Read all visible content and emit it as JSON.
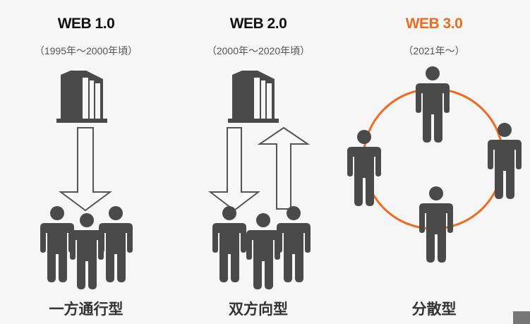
{
  "columns": [
    {
      "title": "WEB 1.0",
      "period": "（1995年～2000年頃）",
      "label": "一方通行型",
      "title_color": "#111111"
    },
    {
      "title": "WEB 2.0",
      "period": "（2000年～2020年頃）",
      "label": "双方向型",
      "title_color": "#111111"
    },
    {
      "title": "WEB 3.0",
      "period": "（2021年～）",
      "label": "分散型",
      "title_color": "#f26a22"
    }
  ],
  "colors": {
    "icon": "#4a4a4a",
    "accent": "#f26a22",
    "background": "#f6f6f6"
  }
}
